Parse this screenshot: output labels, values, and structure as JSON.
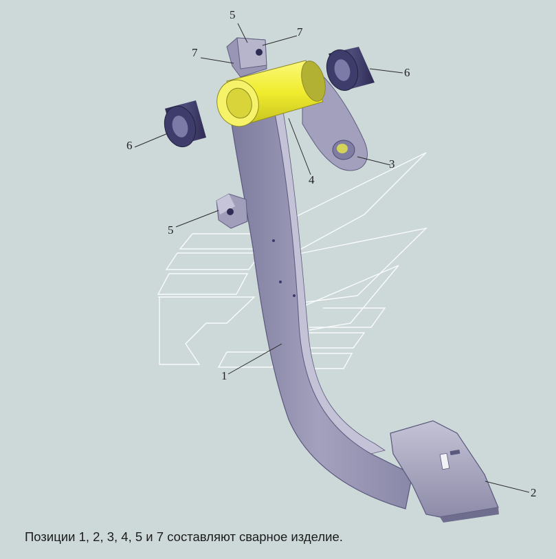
{
  "callouts": {
    "pos1": "1",
    "pos2": "2",
    "pos3": "3",
    "pos4": "4",
    "pos5_top": "5",
    "pos5_mid": "5",
    "pos6_right": "6",
    "pos6_left": "6",
    "pos7_right": "7",
    "pos7_left": "7"
  },
  "caption": "Позиции 1, 2, 3, 4, 5  и 7 составляют сварное изделие.",
  "colors": {
    "background": "#cdd8d8",
    "pedal_body": "#9e9cb8",
    "pedal_dark": "#6f6d8e",
    "sleeve": "#f2ef3c",
    "bushing": "#3c3a66",
    "watermark": "#ffffff"
  }
}
